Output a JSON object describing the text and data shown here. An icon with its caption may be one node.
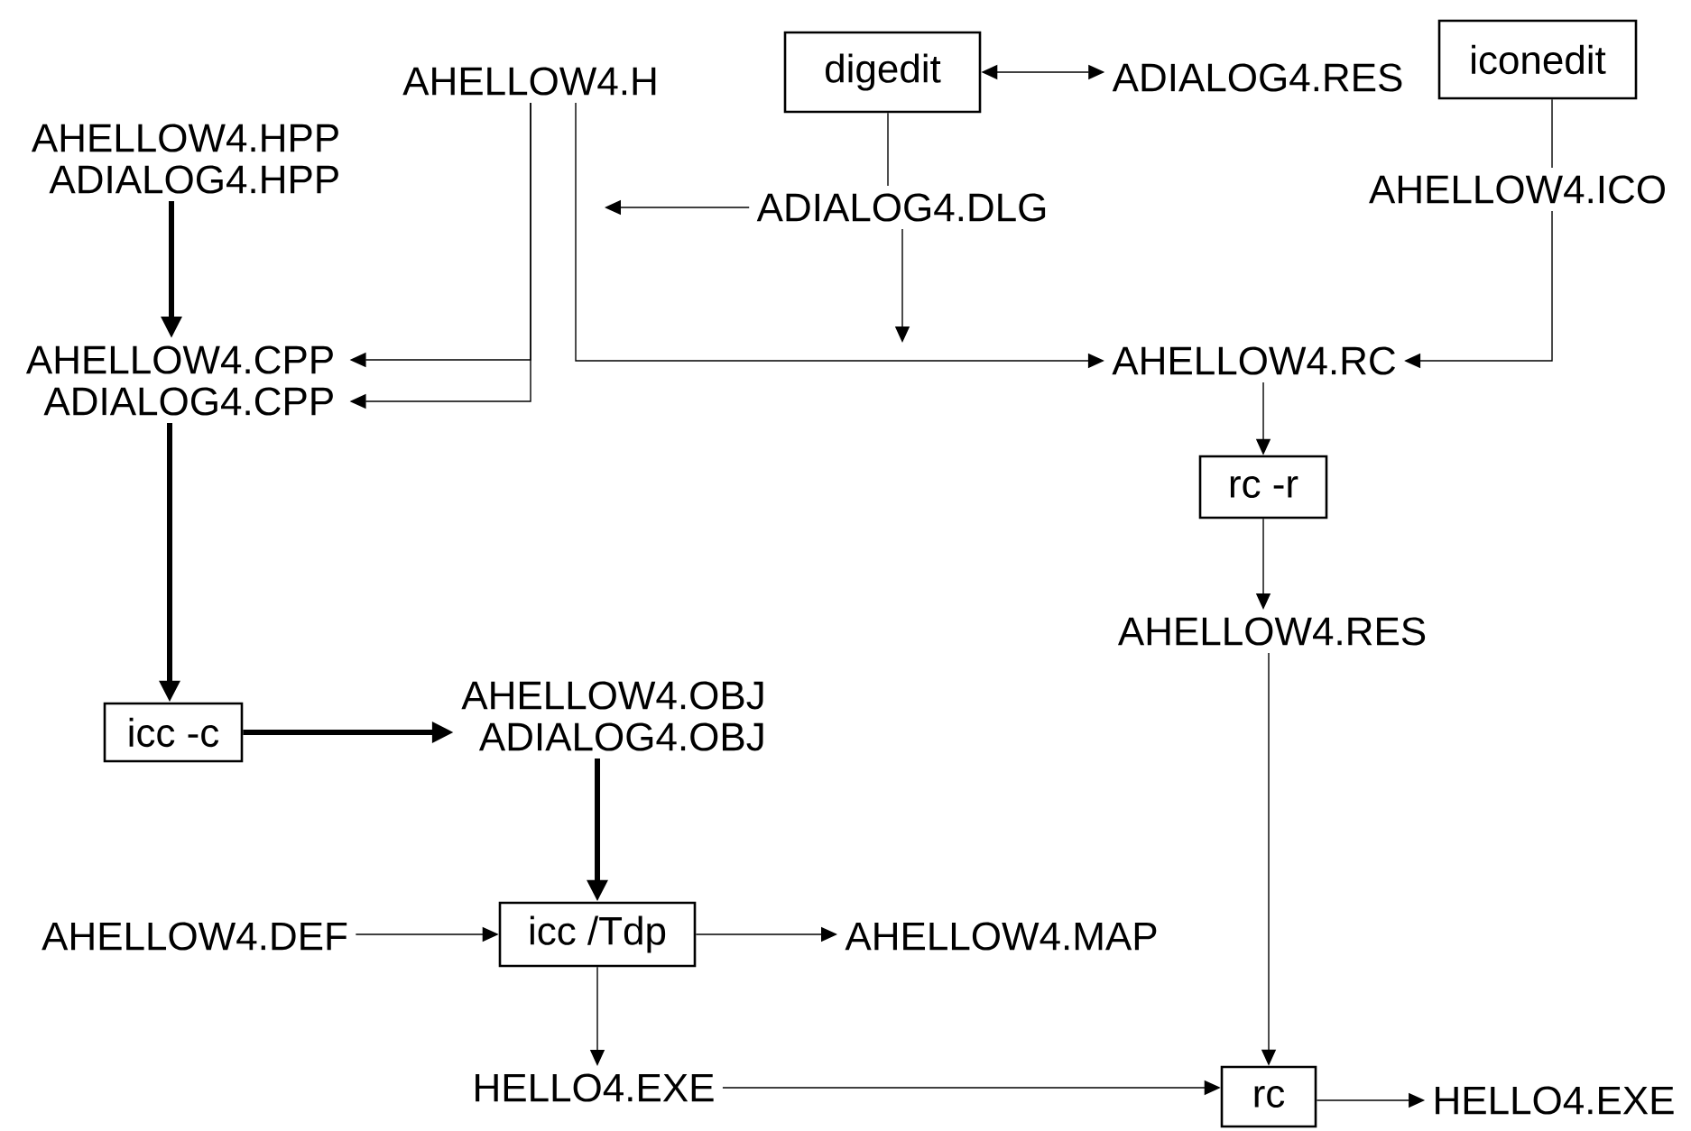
{
  "diagram": {
    "nodes": [
      {
        "text": [
          "AHELLOW4.H"
        ]
      },
      {
        "text": [
          "digedit"
        ]
      },
      {
        "text": [
          "ADIALOG4.RES"
        ]
      },
      {
        "text": [
          "iconedit"
        ]
      },
      {
        "text": [
          "AHELLOW4.HPP",
          "ADIALOG4.HPP"
        ]
      },
      {
        "text": [
          "ADIALOG4.DLG"
        ]
      },
      {
        "text": [
          "AHELLOW4.ICO"
        ]
      },
      {
        "text": [
          "AHELLOW4.CPP",
          "ADIALOG4.CPP"
        ]
      },
      {
        "text": [
          "AHELLOW4.RC"
        ]
      },
      {
        "text": [
          "rc  -r"
        ]
      },
      {
        "text": [
          "AHELLOW4.RES"
        ]
      },
      {
        "text": [
          "icc -c"
        ]
      },
      {
        "text": [
          "AHELLOW4.OBJ",
          "ADIALOG4.OBJ"
        ]
      },
      {
        "text": [
          "AHELLOW4.DEF"
        ]
      },
      {
        "text": [
          "icc /Tdp"
        ]
      },
      {
        "text": [
          "AHELLOW4.MAP"
        ]
      },
      {
        "text": [
          "HELLO4.EXE"
        ]
      },
      {
        "text": [
          "rc"
        ]
      },
      {
        "text": [
          "HELLO4.EXE"
        ]
      }
    ],
    "edges": [
      {
        "from": 1,
        "to": 2,
        "arrow": "both"
      },
      {
        "from": 1,
        "to": 5,
        "arrow": "none"
      },
      {
        "from": 5,
        "to": null,
        "arrow": "to"
      },
      {
        "from": 5,
        "to": null,
        "arrow": "to"
      },
      {
        "from": 0,
        "to": 7,
        "arrow": "to"
      },
      {
        "from": 0,
        "to": 7,
        "arrow": "to"
      },
      {
        "from": 0,
        "to": 8,
        "arrow": "to"
      },
      {
        "from": 3,
        "to": 6,
        "arrow": "none"
      },
      {
        "from": 6,
        "to": 8,
        "arrow": "to"
      },
      {
        "from": 8,
        "to": 9,
        "arrow": "to"
      },
      {
        "from": 9,
        "to": 10,
        "arrow": "to"
      },
      {
        "from": 10,
        "to": 17,
        "arrow": "to"
      },
      {
        "from": 4,
        "to": 7,
        "arrow": "to",
        "style": "thick"
      },
      {
        "from": 7,
        "to": 11,
        "arrow": "to",
        "style": "thick"
      },
      {
        "from": 11,
        "to": 12,
        "arrow": "to",
        "style": "thick"
      },
      {
        "from": 12,
        "to": 14,
        "arrow": "to",
        "style": "thick"
      },
      {
        "from": 13,
        "to": 14,
        "arrow": "to"
      },
      {
        "from": 14,
        "to": 15,
        "arrow": "to"
      },
      {
        "from": 14,
        "to": 16,
        "arrow": "to"
      },
      {
        "from": 16,
        "to": 17,
        "arrow": "to"
      },
      {
        "from": 17,
        "to": 18,
        "arrow": "to"
      }
    ]
  }
}
